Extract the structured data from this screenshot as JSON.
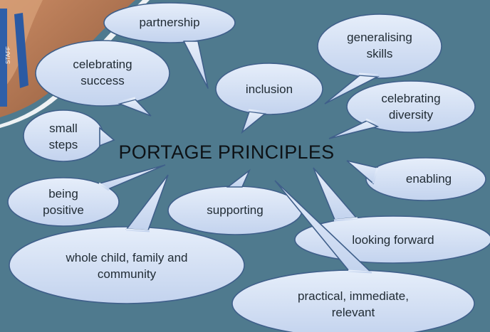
{
  "diagram": {
    "title": "PORTAGE PRINCIPLES",
    "bubbles": [
      {
        "id": "partnership",
        "label": "partnership"
      },
      {
        "id": "celebrating-success",
        "label": "celebrating\nsuccess"
      },
      {
        "id": "inclusion",
        "label": "inclusion"
      },
      {
        "id": "generalising-skills",
        "label": "generalising\nskills"
      },
      {
        "id": "celebrating-diversity",
        "label": "celebrating\ndiversity"
      },
      {
        "id": "small-steps",
        "label": "small\nsteps"
      },
      {
        "id": "enabling",
        "label": "enabling"
      },
      {
        "id": "being-positive",
        "label": "being\npositive"
      },
      {
        "id": "supporting",
        "label": "supporting"
      },
      {
        "id": "looking-forward",
        "label": "looking forward"
      },
      {
        "id": "whole-child",
        "label": "whole child, family and\ncommunity"
      },
      {
        "id": "practical",
        "label": "practical, immediate,\nrelevant"
      }
    ],
    "badge_text": "STAFF"
  },
  "colors": {
    "background": "#4f7a8e",
    "bubble_fill": "#d3dff4",
    "bubble_stroke": "#3f5f8a",
    "text": "#1f2a33"
  }
}
